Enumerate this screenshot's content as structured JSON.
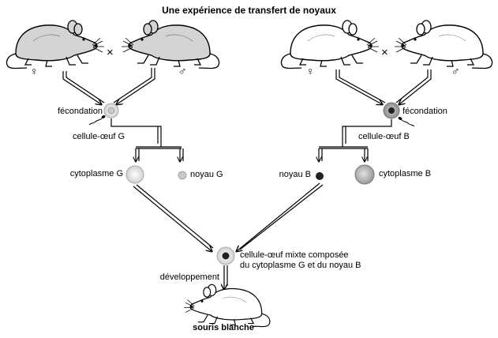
{
  "title": "Une expérience de transfert de noyaux",
  "left": {
    "fertilization": "fécondation",
    "egg_label": "cellule-œuf G",
    "cytoplasm_label": "cytoplasme G",
    "nucleus_label": "noyau G",
    "female_symbol": "♀",
    "male_symbol": "♂",
    "cross_symbol": "×",
    "mouse_fill": "#d4d4d4"
  },
  "right": {
    "fertilization": "fécondation",
    "egg_label": "cellule-œuf B",
    "cytoplasm_label": "cytoplasme B",
    "nucleus_label": "noyau B",
    "female_symbol": "♀",
    "male_symbol": "♂",
    "cross_symbol": "×",
    "mouse_fill": "#ffffff"
  },
  "result": {
    "mixed_egg_line1": "cellule-œuf mixte composée",
    "mixed_egg_line2": "du cytoplasme G et du noyau B",
    "development": "développement",
    "offspring": "souris blanche"
  }
}
